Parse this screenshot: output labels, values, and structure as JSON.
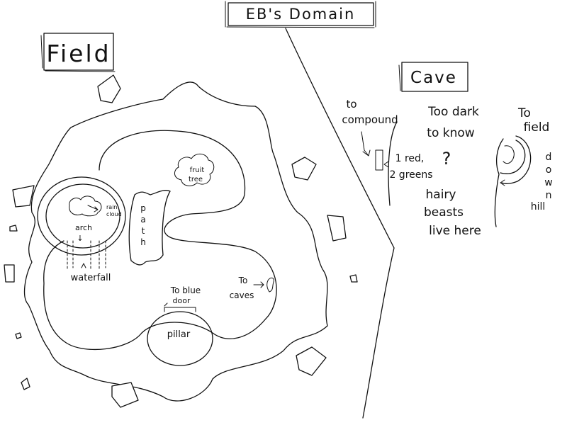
{
  "title": "EB's Domain",
  "field": {
    "heading": "Field",
    "rain_cloud": [
      "rain",
      "cloud"
    ],
    "arch": "arch",
    "arch_arrow": "↓",
    "waterfall": "waterfall",
    "fruit_tree": [
      "fruit",
      "tree"
    ],
    "path_letters": [
      "p",
      "a",
      "t",
      "h"
    ],
    "blue_door": [
      "To blue",
      "door"
    ],
    "pillar": "pillar",
    "to_caves": [
      "To",
      "caves"
    ]
  },
  "cave": {
    "heading": "Cave",
    "to_compound": [
      "to",
      "compound"
    ],
    "too_dark": [
      "Too dark",
      "to know"
    ],
    "question": "?",
    "red_greens": [
      "1 red,",
      "2 greens"
    ],
    "hairy": [
      "hairy",
      "beasts",
      "live here"
    ],
    "to_field": [
      "To",
      "field"
    ],
    "down_hill_letters": [
      "d",
      "o",
      "w",
      "n"
    ],
    "hill": "hill"
  },
  "colors": {
    "ink": "#111111",
    "paper": "#ffffff"
  }
}
